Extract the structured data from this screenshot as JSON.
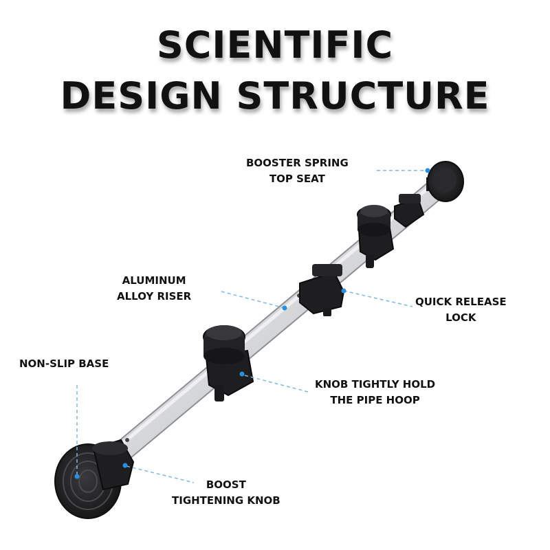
{
  "title": {
    "line1": "SCIENTIFIC",
    "line2": "DESIGN STRUCTURE"
  },
  "callouts": {
    "booster_spring": {
      "line1": "BOOSTER SPRING",
      "line2": "TOP SEAT"
    },
    "aluminum_riser": {
      "line1": "ALUMINUM",
      "line2": "ALLOY RISER"
    },
    "quick_release": {
      "line1": "QUICK RELEASE",
      "line2": "LOCK"
    },
    "non_slip_base": {
      "line1": "NON-SLIP BASE"
    },
    "knob_hold": {
      "line1": "KNOB TIGHTLY HOLD",
      "line2": "THE PIPE HOOP"
    },
    "boost_knob": {
      "line1": "BOOST",
      "line2": "TIGHTENING KNOB"
    }
  },
  "colors": {
    "accent_dot": "#2a8fe0",
    "leader_line": "#7fb8e8",
    "tube": "#d9dadc",
    "hardware": "#1e1e20"
  }
}
